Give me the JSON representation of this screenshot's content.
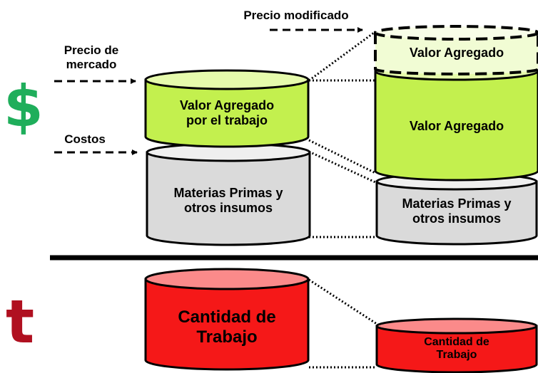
{
  "symbols": {
    "money": "$",
    "time": "t",
    "money_color": "#1fae5b",
    "time_color": "#b01020"
  },
  "labels": {
    "precio_mercado": "Precio de\nmercado",
    "costos": "Costos",
    "precio_modificado": "Precio modificado"
  },
  "left_stack": {
    "valor_agregado": "Valor Agregado\npor el trabajo",
    "materias": "Materias Primas y\notros insumos"
  },
  "right_stack": {
    "valor_agregado_dashed": "Valor Agregado",
    "valor_agregado": "Valor Agregado",
    "materias": "Materias Primas y\notros insumos"
  },
  "labor": {
    "left": "Cantidad de\nTrabajo",
    "right": "Cantidad de\nTrabajo"
  },
  "colors": {
    "green_body": "#c3f04e",
    "green_top": "#e6fbac",
    "green_pale": "#f1fcd4",
    "gray_body": "#dadada",
    "gray_top": "#efefef",
    "red_body": "#f51818",
    "red_top": "#fb8a8a",
    "divider": "#000000"
  }
}
